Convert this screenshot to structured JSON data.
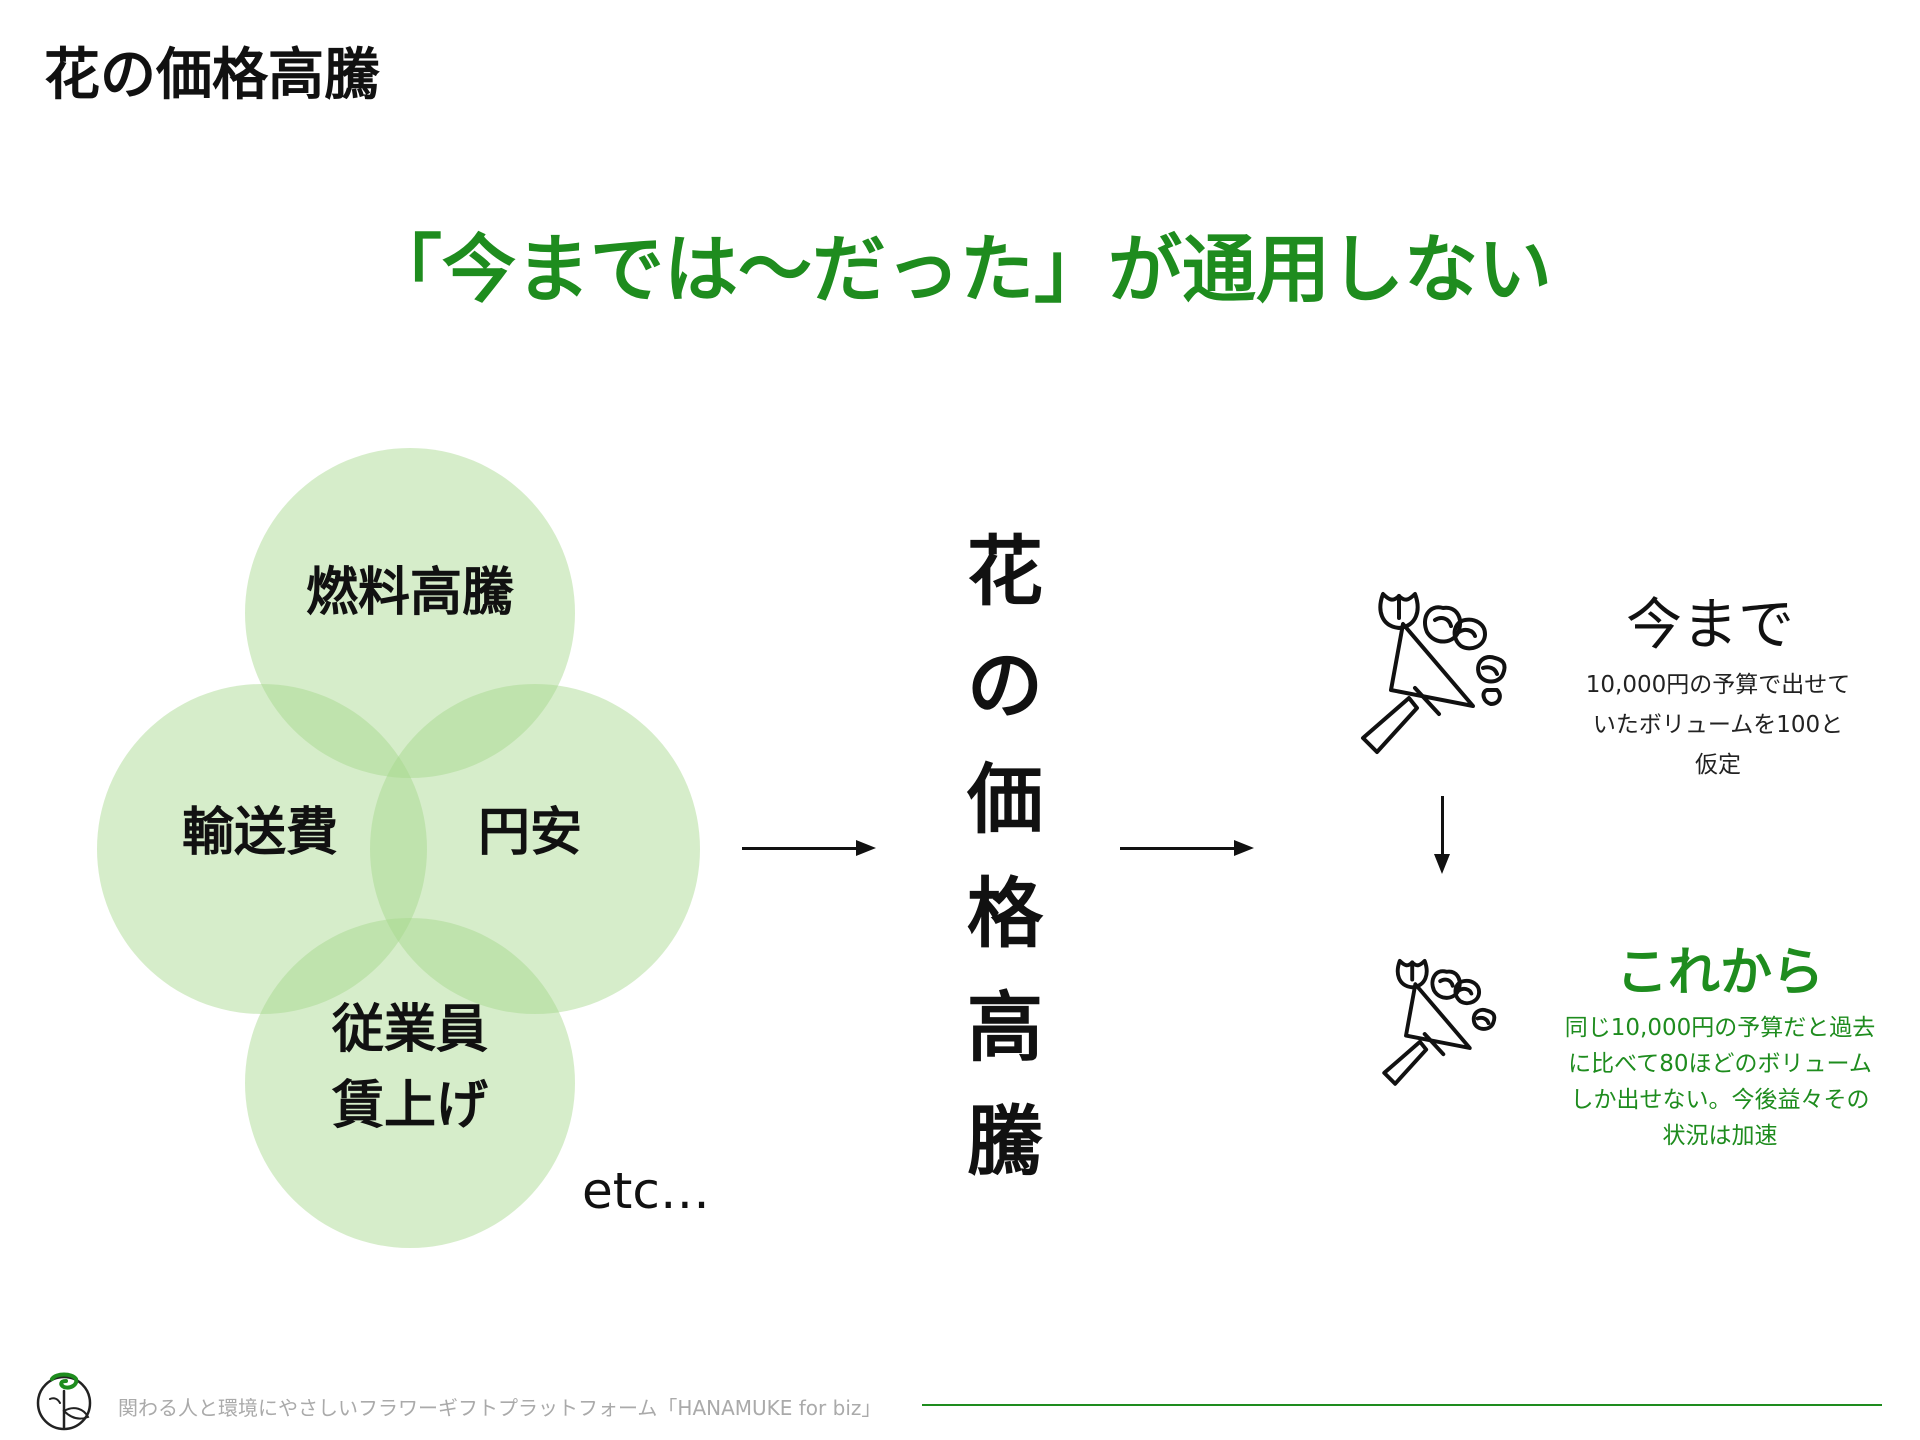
{
  "colors": {
    "accent": "#1e8c1e",
    "circle_fill": "#a5d68a",
    "text_dark": "#111111",
    "footer_gray": "#aaaaaa"
  },
  "page_title": "花の価格高騰",
  "headline": "「今までは〜だった」が通用しない",
  "venn": {
    "top": "燃料高騰",
    "left": "輸送費",
    "right": "円安",
    "bottom_line1": "従業員",
    "bottom_line2": "賃上げ",
    "etc": "etc…"
  },
  "center_title_chars": [
    "花",
    "の",
    "価",
    "格",
    "高",
    "騰"
  ],
  "now": {
    "title": "今まで",
    "desc_line1": "10,000円の予算で出せて",
    "desc_line2": "いたボリュームを100と",
    "desc_line3": "仮定"
  },
  "future": {
    "title": "これから",
    "desc_line1": "同じ10,000円の予算だと過去",
    "desc_line2": "に比べて80ほどのボリューム",
    "desc_line3": "しか出せない。今後益々その",
    "desc_line4": "状況は加速"
  },
  "icons": {
    "bouquet": "bouquet-icon",
    "logo": "hanamuke-logo-icon",
    "arrow": "arrow-icon"
  },
  "footer": {
    "text": "関わる人と環境にやさしいフラワーギフトプラットフォーム「HANAMUKE for biz」"
  }
}
